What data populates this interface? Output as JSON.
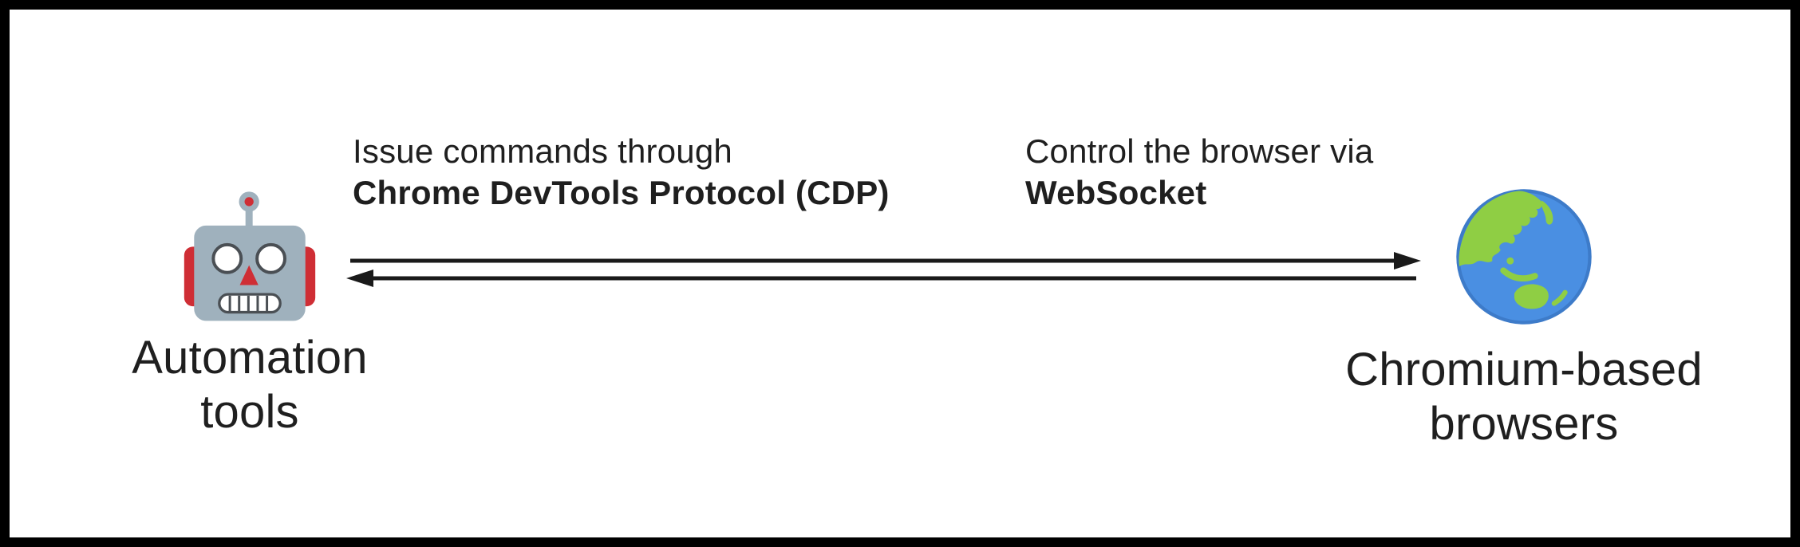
{
  "diagram": {
    "labels": {
      "cdp": {
        "line1": "Issue commands through",
        "line2": "Chrome DevTools Protocol (CDP)"
      },
      "websocket": {
        "line1": "Control the browser via",
        "line2": "WebSocket"
      }
    },
    "nodes": {
      "automation": {
        "line1": "Automation",
        "line2": "tools",
        "icon": "robot-icon"
      },
      "browsers": {
        "line1": "Chromium-based",
        "line2": "browsers",
        "icon": "globe-icon"
      }
    },
    "arrows": {
      "top_direction": "right",
      "bottom_direction": "left",
      "color": "#1a1a1a"
    },
    "colors": {
      "frame_border": "#000000",
      "background": "#ffffff",
      "text": "#1f1f1f",
      "robot_body": "#9fb1bd",
      "robot_accent": "#cf2e35",
      "robot_eye_outline": "#4a4f54",
      "globe_ocean": "#4a8fe2",
      "globe_land": "#8fce44"
    }
  }
}
